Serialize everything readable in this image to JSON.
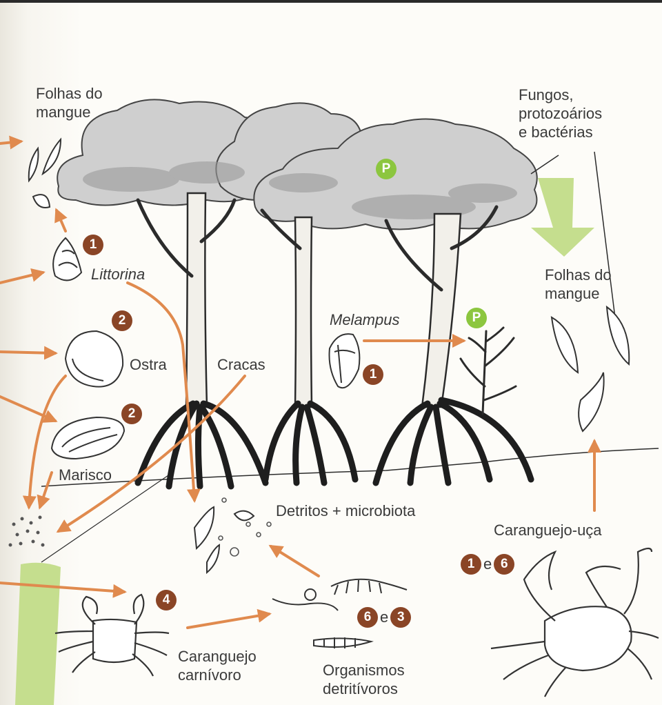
{
  "colors": {
    "arrow": "#e08a4e",
    "badge": "#8a4526",
    "producer_badge": "#8cc63f",
    "green_arrow": "#c5de8e",
    "ink": "#2b2b2b"
  },
  "labels": {
    "folhas_left": [
      "Folhas do",
      "mangue"
    ],
    "fungos": [
      "Fungos,",
      "protozoários",
      "e bactérias"
    ],
    "folhas_right": [
      "Folhas do",
      "mangue"
    ],
    "littorina": "Littorina",
    "melampus": "Melampus",
    "ostra": "Ostra",
    "cracas": "Cracas",
    "marisco": "Marisco",
    "detritos": "Detritos + microbiota",
    "caranguejo_uca": "Caranguejo-uça",
    "caranguejo_carnivoro": [
      "Caranguejo",
      "carnívoro"
    ],
    "organismos": [
      "Organismos",
      "detritívoros"
    ]
  },
  "badges": {
    "littorina": "1",
    "ostra": "2",
    "marisco": "2",
    "melampus": "1",
    "carnivoro": "4",
    "producer_tree": "P",
    "producer_plant": "P"
  },
  "pairs": {
    "uca": {
      "a": "1",
      "conj": "e",
      "b": "6"
    },
    "detritivoros": {
      "a": "6",
      "conj": "e",
      "b": "3"
    }
  }
}
